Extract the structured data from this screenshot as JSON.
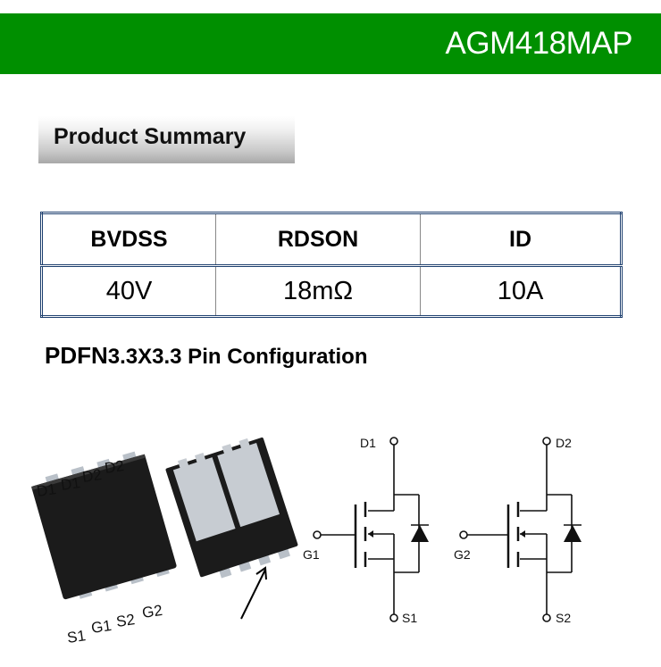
{
  "header": {
    "part_number": "AGM418MAP",
    "bar_color": "#008f00"
  },
  "product_summary": {
    "heading": "Product Summary",
    "columns": [
      "BVDSS",
      "RDSON",
      "ID"
    ],
    "values": [
      "40V",
      "18mΩ",
      "10A"
    ]
  },
  "pin_config": {
    "title_main": "PDFN",
    "title_rest": "3.3X3.3 Pin Configuration",
    "package_top_labels": [
      "D1",
      "D1",
      "D2",
      "D2"
    ],
    "package_bottom_labels": [
      "S1",
      "G1",
      "S2",
      "G2"
    ],
    "pin1_indicator": "arrow-icon",
    "mosfet_1": {
      "drain": "D1",
      "gate": "G1",
      "source": "S1"
    },
    "mosfet_2": {
      "drain": "D2",
      "gate": "G2",
      "source": "S2"
    }
  }
}
